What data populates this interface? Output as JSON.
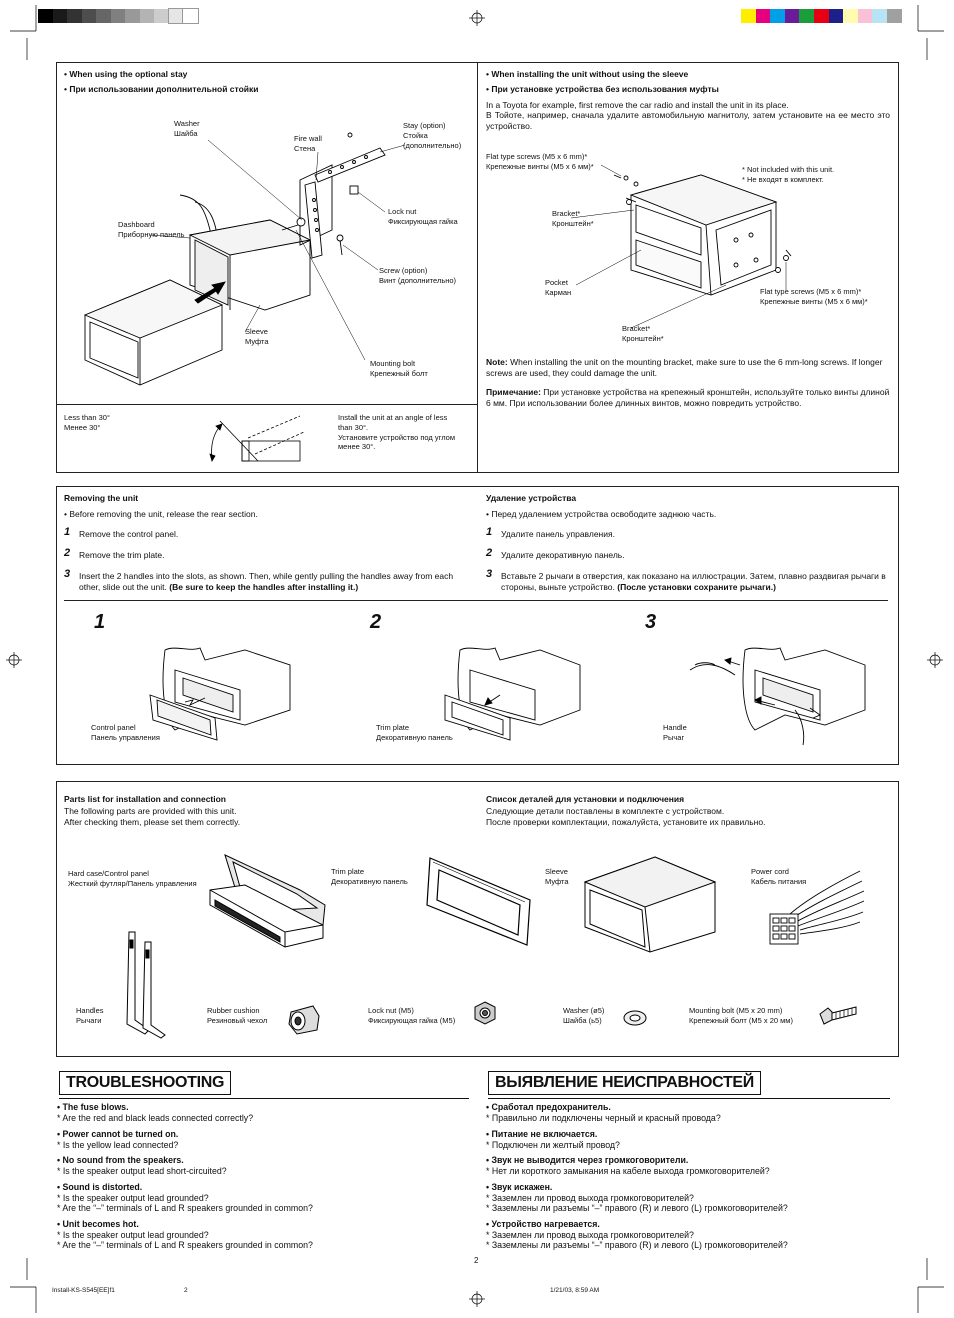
{
  "colors": {
    "grayscale": [
      "#000000",
      "#1a1a1a",
      "#333333",
      "#4d4d4d",
      "#666666",
      "#808080",
      "#999999",
      "#b3b3b3",
      "#cccccc",
      "#e6e6e6",
      "#ffffff"
    ],
    "process": [
      "#ffee00",
      "#e6007e",
      "#00a0e9",
      "#6a1b9a",
      "#1a9e3a",
      "#e60012",
      "#1d2088",
      "#fffcb0",
      "#f9c0d6",
      "#b9e3f5",
      "#a0a0a0"
    ]
  },
  "install": {
    "left": {
      "heading_en": "• When using the optional stay",
      "heading_ru": "• При использовании дополнительной стойки",
      "labels": {
        "washer": [
          "Washer",
          "Шайба"
        ],
        "firewall": [
          "Fire wall",
          "Стена"
        ],
        "stay": [
          "Stay (option)",
          "Стойка",
          "(дополнительно)"
        ],
        "dashboard": [
          "Dashboard",
          "Приборную панель"
        ],
        "locknut": [
          "Lock nut",
          "Фиксирующая гайка"
        ],
        "screw": [
          "Screw (option)",
          "Винт (дополнительно)"
        ],
        "sleeve": [
          "Sleeve",
          "Муфта"
        ],
        "bolt": [
          "Mounting bolt",
          "Крепежный болт"
        ],
        "less30": [
          "Less than 30°",
          "Менее 30°"
        ],
        "angle": [
          "Install the unit at an angle of less",
          "than 30°.",
          "Установите устройство под углом",
          "менее 30°."
        ]
      }
    },
    "right": {
      "heading_en": "• When installing the unit without using the sleeve",
      "heading_ru": "• При установке устройства без использования муфты",
      "intro_en": "In a Toyota for example, first remove the car radio and install the unit in its place.",
      "intro_ru": "В Тойоте, например, сначала удалите автомобильную магнитолу, затем установите на ее место это устройство.",
      "labels": {
        "flat1": [
          "Flat type screws (M5 x 6 mm)*",
          "Крепежные винты (M5 x 6 мм)*"
        ],
        "notincl": [
          "* Not included with this unit.",
          "* Не входят в комплект."
        ],
        "bracket1": [
          "Bracket*",
          "Кронштейн*"
        ],
        "pocket": [
          "Pocket",
          "Карман"
        ],
        "flat2": [
          "Flat type screws (M5 x 6 mm)*",
          "Крепежные винты (M5 x 6 мм)*"
        ],
        "bracket2": [
          "Bracket*",
          "Кронштейн*"
        ]
      },
      "note_label": "Note:",
      "note_en": "When installing the unit on the mounting bracket, make sure to use the 6 mm-long screws. If longer screws are used, they could damage the unit.",
      "note_label_ru": "Примечание:",
      "note_ru": "При установке устройства на крепежный кронштейн, используйте только винты длиной 6 мм. При использовании более длинных винтов, можно повредить устройство."
    }
  },
  "removing": {
    "title_en": "Removing the unit",
    "title_ru": "Удаление устройства",
    "pre_en": "• Before removing the unit, release the rear section.",
    "pre_ru": "• Перед удалением устройства освободите заднюю часть.",
    "steps_en": [
      "Remove the control panel.",
      "Remove the trim plate.",
      "Insert  the 2 handles into the slots, as shown. Then, while gently pulling the handles away from each other, slide out the unit."
    ],
    "step3_bold_en": "(Be sure to keep the handles after installing it.)",
    "steps_ru": [
      "Удалите панель управления.",
      "Удалите декоративную панель.",
      "Вставьте 2 рычаги в отверстия, как показано на иллюстрации. Затем, плавно раздвигая рычаги в стороны, выньте устройство."
    ],
    "step3_bold_ru": "(После установки сохраните рычаги.)",
    "step_numbers": [
      "1",
      "2",
      "3"
    ],
    "figs": [
      {
        "num": "1",
        "label": [
          "Control panel",
          "Панель управления"
        ]
      },
      {
        "num": "2",
        "label": [
          "Trim plate",
          "Декоративную панель"
        ]
      },
      {
        "num": "3",
        "label": [
          "Handle",
          "Рычаг"
        ]
      }
    ]
  },
  "parts": {
    "title_en": "Parts list for installation and connection",
    "desc_en": [
      "The following parts are provided with this unit.",
      "After checking them, please set them correctly."
    ],
    "title_ru": "Список деталей для установки и подключения",
    "desc_ru": [
      "Следующие детали поставлены в комплекте с устройством.",
      "После проверки комплектации, пожалуйста, установите их правильно."
    ],
    "items": {
      "hardcase": [
        "Hard case/Control panel",
        "Жесткий футляр/Панель управления"
      ],
      "trim": [
        "Trim plate",
        "Декоративную панель"
      ],
      "sleeve": [
        "Sleeve",
        "Муфта"
      ],
      "power": [
        "Power cord",
        "Кабель питания"
      ],
      "handles": [
        "Handles",
        "Рычаги"
      ],
      "cushion": [
        "Rubber cushion",
        "Резиновый чехол"
      ],
      "locknut": [
        "Lock nut (M5)",
        "Фиксирующая гайка (M5)"
      ],
      "washer": [
        "Washer (ø5)",
        "Шайба (ь5)"
      ],
      "bolt": [
        "Mounting bolt (M5 x 20 mm)",
        "Крепежный болт (M5 x 20 мм)"
      ]
    }
  },
  "troubleshooting": {
    "title_en": "TROUBLESHOOTING",
    "title_ru": "ВЫЯВЛЕНИЕ НЕИСПРАВНОСТЕЙ",
    "en": [
      {
        "q": "• The fuse blows.",
        "a": [
          "*  Are the red and black leads connected correctly?"
        ]
      },
      {
        "q": "• Power cannot be turned on.",
        "a": [
          "*  Is the yellow lead connected?"
        ]
      },
      {
        "q": "• No sound from the speakers.",
        "a": [
          "*  Is the speaker output lead short-circuited?"
        ]
      },
      {
        "q": "• Sound is distorted.",
        "a": [
          "*  Is the speaker output lead grounded?",
          "*  Are the “–” terminals of L and R speakers grounded in common?"
        ]
      },
      {
        "q": "• Unit becomes hot.",
        "a": [
          "*  Is the speaker output lead grounded?",
          "*  Are the “–” terminals of L and R speakers grounded in common?"
        ]
      }
    ],
    "ru": [
      {
        "q": "• Сработал предохранитель.",
        "a": [
          "*  Правильно ли подключены черный и красный провода?"
        ]
      },
      {
        "q": "• Питание не включается.",
        "a": [
          "*  Подключен ли желтый провод?"
        ]
      },
      {
        "q": "• Звук не выводится через громкоговорители.",
        "a": [
          "*  Нет ли короткого замыкания на кабеле выхода громкоговорителей?"
        ]
      },
      {
        "q": "• Звук искажен.",
        "a": [
          "*  Заземлен ли провод выхода громкоговорителей?",
          "*  Заземлены ли разъемы “–” правого (R) и левого (L) громкоговорителей?"
        ]
      },
      {
        "q": "• Устройство нагревается.",
        "a": [
          "*  Заземлен ли провод выхода громкоговорителей?",
          "*  Заземлены ли разъемы “–” правого (R) и левого (L) громкоговорителей?"
        ]
      }
    ]
  },
  "footer": {
    "page": "2",
    "file": "Install-KS-S545[EE]f1",
    "file_page": "2",
    "date": "1/21/03, 8:59 AM"
  }
}
